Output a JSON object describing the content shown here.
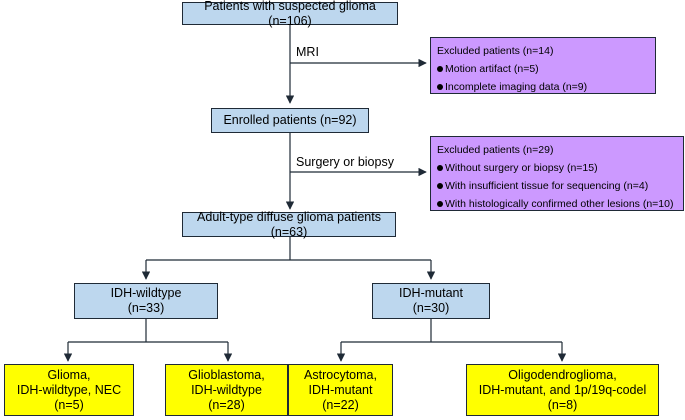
{
  "start": {
    "text": "Patients with suspected glioma (n=106)"
  },
  "step1": {
    "label": "MRI"
  },
  "excluded1": {
    "title": "Excluded patients (n=14)",
    "items": [
      "Motion artifact (n=5)",
      "Incomplete imaging data (n=9)"
    ]
  },
  "enrolled": {
    "text": "Enrolled patients (n=92)"
  },
  "step2": {
    "label": "Surgery or biopsy"
  },
  "excluded2": {
    "title": "Excluded patients (n=29)",
    "items": [
      "Without surgery or biopsy (n=15)",
      "With insufficient tissue for sequencing (n=4)",
      "With histologically confirmed other lesions (n=10)"
    ]
  },
  "adult": {
    "text": "Adult-type diffuse glioma patients (n=63)"
  },
  "wildtype": {
    "line1": "IDH-wildtype",
    "line2": "(n=33)"
  },
  "mutant": {
    "line1": "IDH-mutant",
    "line2": "(n=30)"
  },
  "leaves": [
    {
      "line1": "Glioma,",
      "line2": "IDH-wildtype, NEC",
      "line3": "(n=5)"
    },
    {
      "line1": "Glioblastoma,",
      "line2": "IDH-wildtype",
      "line3": "(n=28)"
    },
    {
      "line1": "Astrocytoma,",
      "line2": "IDH-mutant",
      "line3": "(n=22)"
    },
    {
      "line1": "Oligodendroglioma,",
      "line2": "IDH-mutant, and 1p/19q-codel",
      "line3": "(n=8)"
    }
  ],
  "colors": {
    "blue": "#bdd7ee",
    "yellow": "#ffff00",
    "purple": "#cc99ff",
    "line": "#1f2a36"
  }
}
